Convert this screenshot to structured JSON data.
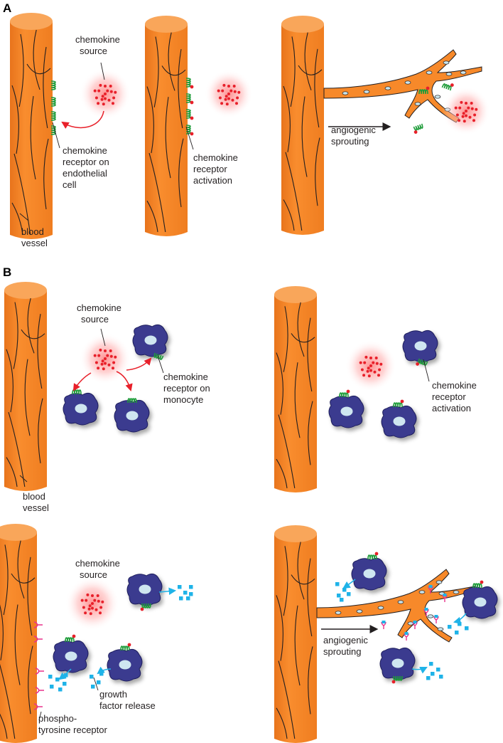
{
  "panels": {
    "A": "A",
    "B": "B"
  },
  "labels": {
    "a1_source": [
      "chemokine",
      "source"
    ],
    "a1_receptor": [
      "chemokine",
      "receptor on",
      "endothelial",
      "cell"
    ],
    "a1_vessel": [
      "blood",
      "vessel"
    ],
    "a2_activation": [
      "chemokine",
      "receptor",
      "activation"
    ],
    "a3_sprouting": [
      "angiogenic",
      "sprouting"
    ],
    "b1_source": [
      "chemokine",
      "source"
    ],
    "b1_receptor": [
      "chemokine",
      "receptor on",
      "monocyte"
    ],
    "b1_vessel": [
      "blood",
      "vessel"
    ],
    "b2_activation": [
      "chemokine",
      "receptor",
      "activation"
    ],
    "b3_source": [
      "chemokine",
      "source"
    ],
    "b3_growth": [
      "growth",
      "factor release"
    ],
    "b3_phospho": [
      "phospho-",
      "tyrosine receptor"
    ],
    "b4_sprouting": [
      "angiogenic",
      "sprouting"
    ]
  },
  "colors": {
    "vessel": "#f7892a",
    "vessel_top": "#f9a65a",
    "vessel_line": "#231f20",
    "nucleus": "#c9e4ec",
    "chemokine": "#e8202a",
    "chemokine_glow": "#ff9999",
    "monocyte": "#3b3b8f",
    "monocyte_nucleus": "#cfe6f0",
    "receptor": "#1f9c3a",
    "growth_factor": "#1fb3e8",
    "phospho_receptor": "#e8328c",
    "arrow_red": "#e8202a",
    "arrow_blue": "#1fb3e8",
    "arrow_black": "#231f20"
  },
  "icons": {
    "vessel": "cylinder-vessel-icon",
    "chemokine_source": "red-dot-cloud-icon",
    "monocyte": "blue-cell-icon",
    "receptor": "green-coil-icon",
    "growth_factor": "cyan-square-icon",
    "phospho_receptor": "magenta-fork-icon"
  }
}
